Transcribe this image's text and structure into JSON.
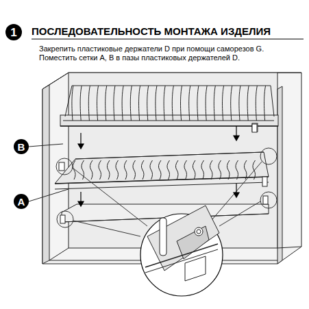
{
  "diagram": {
    "title": "ПОСЛЕДОВАТЕЛЬНОСТЬ МОНТАЖА ИЗДЕЛИЯ",
    "nodes": [
      {
        "text": [
          "1"
        ]
      },
      {
        "text": [
          "B"
        ]
      },
      {
        "text": [
          "A"
        ]
      }
    ],
    "labels": [
      "Закрепить пластиковые держатели D при помощи саморезов G.",
      "Поместить сетки A, B в пазы пластиковых держателей D."
    ]
  }
}
